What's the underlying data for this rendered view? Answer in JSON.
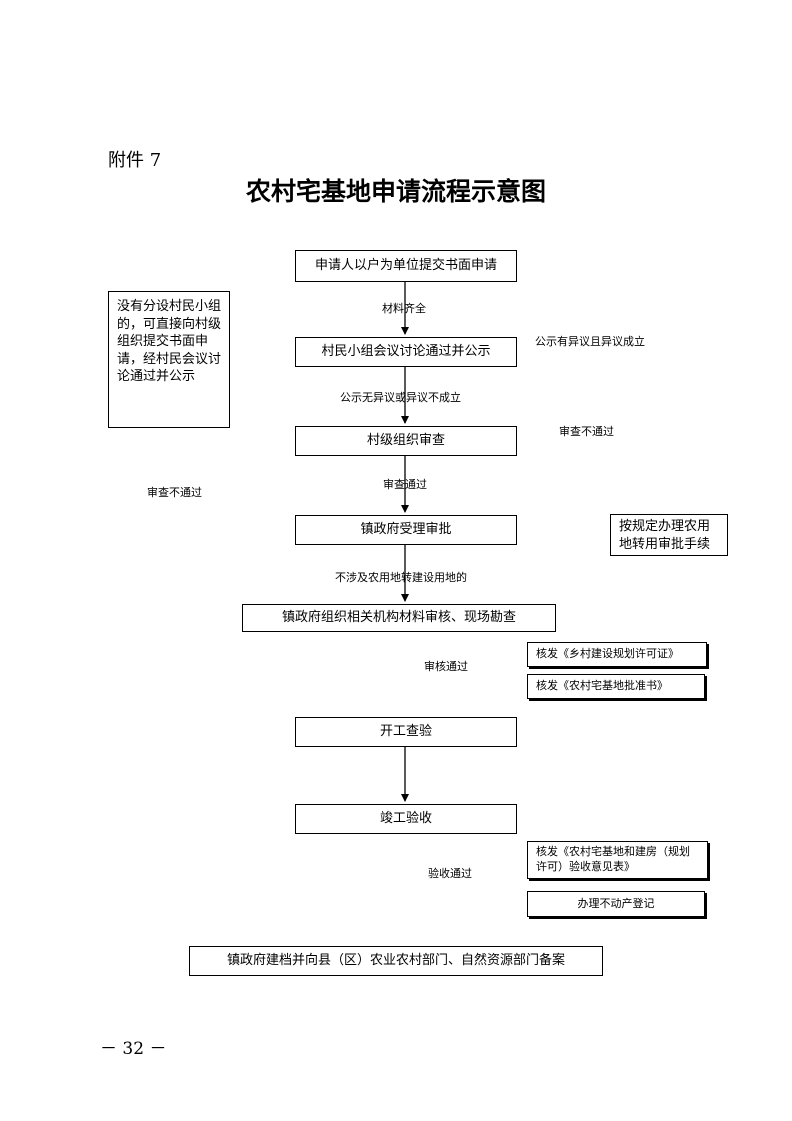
{
  "header": {
    "attachment": "附件 7",
    "title": "农村宅基地申请流程示意图"
  },
  "steps": {
    "apply": "申请人以户为单位提交书面申请",
    "meeting": "村民小组会议讨论通过并公示",
    "village_review": "村级组织审查",
    "town_accept": "镇政府受理审批",
    "town_audit": "镇政府组织相关机构材料审核、现场勘查",
    "start_check": "开工查验",
    "completion": "竣工验收",
    "archive": "镇政府建档并向县（区）农业农村部门、自然资源部门备案"
  },
  "side_boxes": {
    "no_group": "没有分设村民小组的，可直接向村级组织提交书面申请，经村民会议讨论通过并公示",
    "farmland": "按规定办理农用地转用审批手续",
    "planning_permit": "核发《乡村建设规划许可证》",
    "approval_doc": "核发《农村宅基地批准书》",
    "acceptance_form": "核发《农村宅基地和建房（规划许可）验收意见表》",
    "property_reg": "办理不动产登记"
  },
  "labels": {
    "materials_complete": "材料齐全",
    "objection_upheld": "公示有异议且异议成立",
    "no_objection": "公示无异议或异议不成立",
    "review_failed_right": "审查不通过",
    "review_failed_left": "审查不通过",
    "review_passed": "审查通过",
    "no_farmland": "不涉及农用地转建设用地的",
    "audit_passed": "审核通过",
    "acceptance_passed": "验收通过"
  },
  "footer": {
    "page_number": "－ 32 －"
  }
}
